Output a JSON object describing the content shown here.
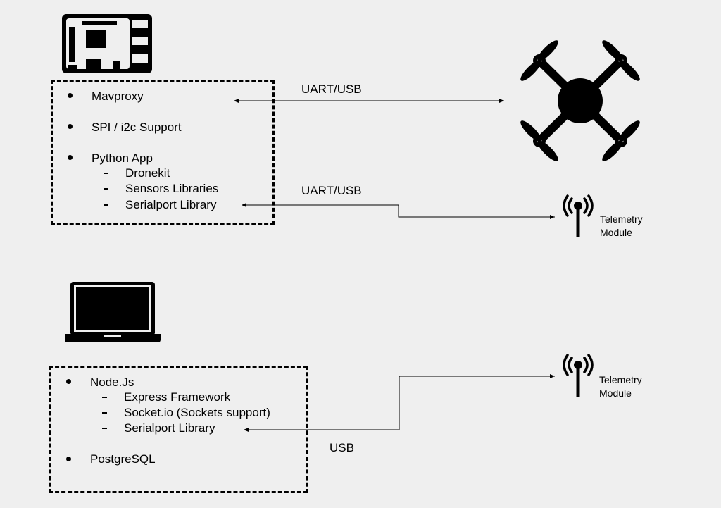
{
  "board": {
    "items": [
      {
        "label": "Mavproxy"
      },
      {
        "label": "SPI / i2c Support"
      },
      {
        "label": "Python App",
        "subitems": [
          "Dronekit",
          "Sensors Libraries",
          "Serialport Library"
        ]
      }
    ]
  },
  "laptop": {
    "items": [
      {
        "label": "Node.Js",
        "subitems": [
          "Express Framework",
          "Socket.io (Sockets support)",
          "Serialport Library"
        ]
      },
      {
        "label": "PostgreSQL"
      }
    ]
  },
  "connections": {
    "board_drone": "UART/USB",
    "board_telemetry": "UART/USB",
    "laptop_telemetry": "USB"
  },
  "telemetry_top": {
    "line1": "Telemetry",
    "line2": "Module"
  },
  "telemetry_bottom": {
    "line1": "Telemetry",
    "line2": "Module"
  },
  "icons": {
    "board": "single-board-computer-icon",
    "drone": "quadcopter-drone-icon",
    "laptop": "laptop-icon",
    "antenna": "antenna-icon"
  }
}
